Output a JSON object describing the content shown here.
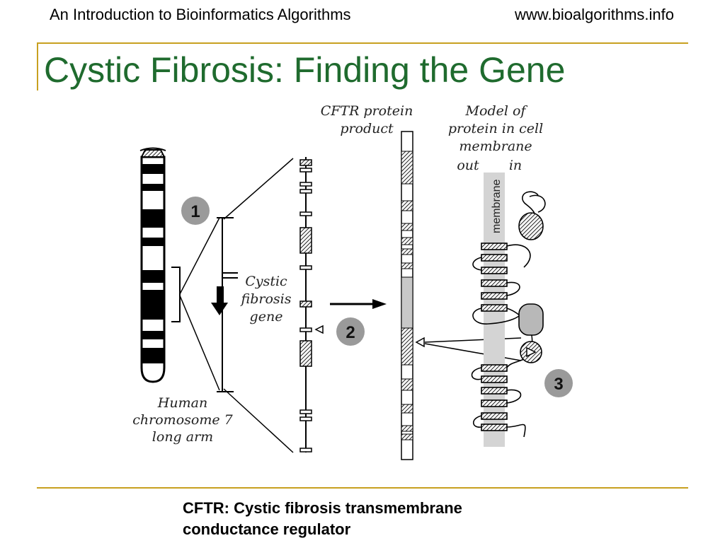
{
  "header": {
    "left": "An Introduction to Bioinformatics Algorithms",
    "right": "www.bioalgorithms.info"
  },
  "title": "Cystic Fibrosis: Finding the Gene",
  "figure": {
    "label_cftr_line1": "CFTR protein",
    "label_cftr_line2": "product",
    "label_model_line1": "Model of",
    "label_model_line2": "protein in cell",
    "label_model_line3": "membrane",
    "label_out": "out",
    "label_in": "in",
    "label_membrane": "membrane",
    "label_gene_line1": "Cystic",
    "label_gene_line2": "fibrosis",
    "label_gene_line3": "gene",
    "label_chrom_line1": "Human",
    "label_chrom_line2": "chromosome 7",
    "label_chrom_line3": "long arm",
    "step1": "1",
    "step2": "2",
    "step3": "3"
  },
  "caption": {
    "line1": "CFTR: Cystic fibrosis transmembrane",
    "line2": "conductance regulator"
  }
}
